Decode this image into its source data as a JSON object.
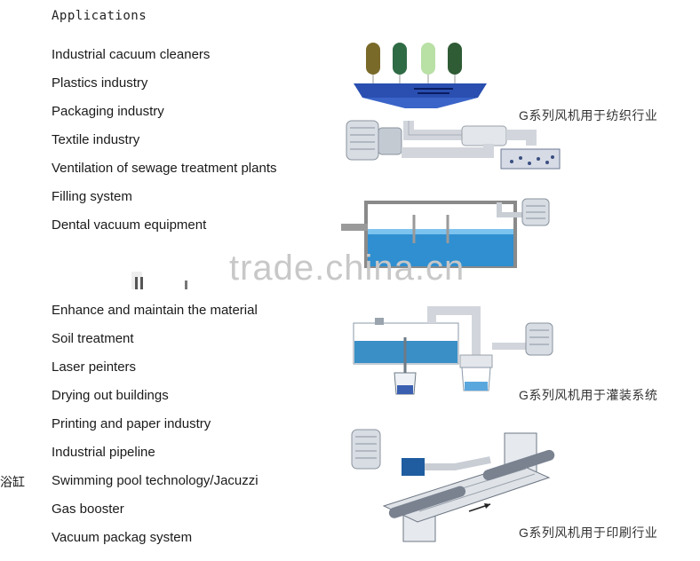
{
  "heading": "Applications",
  "list1": [
    "Industrial cacuum cleaners",
    "Plastics industry",
    "Packaging industry",
    "Textile industry",
    "Ventilation of sewage treatment plants",
    "Filling system",
    "Dental vacuum equipment"
  ],
  "list2": [
    "Enhance and maintain the material",
    "Soil treatment",
    "Laser peinters",
    "Drying out buildings",
    "Printing and paper industry",
    "Industrial pipeline",
    "Swimming pool technology/Jacuzzi",
    "Gas booster",
    "Vacuum packag system"
  ],
  "clipped_left_text": "浴缸",
  "captions": {
    "textile": "G系列风机用于纺织行业",
    "filling": "G系列风机用于灌装系统",
    "printing": "G系列风机用于印刷行业"
  },
  "watermark": "trade.china.cn",
  "colors": {
    "text": "#1a1a1a",
    "water_blue": "#2f8fd0",
    "tank_gray": "#9a9a9a",
    "watermark": "#c8c8c8"
  }
}
